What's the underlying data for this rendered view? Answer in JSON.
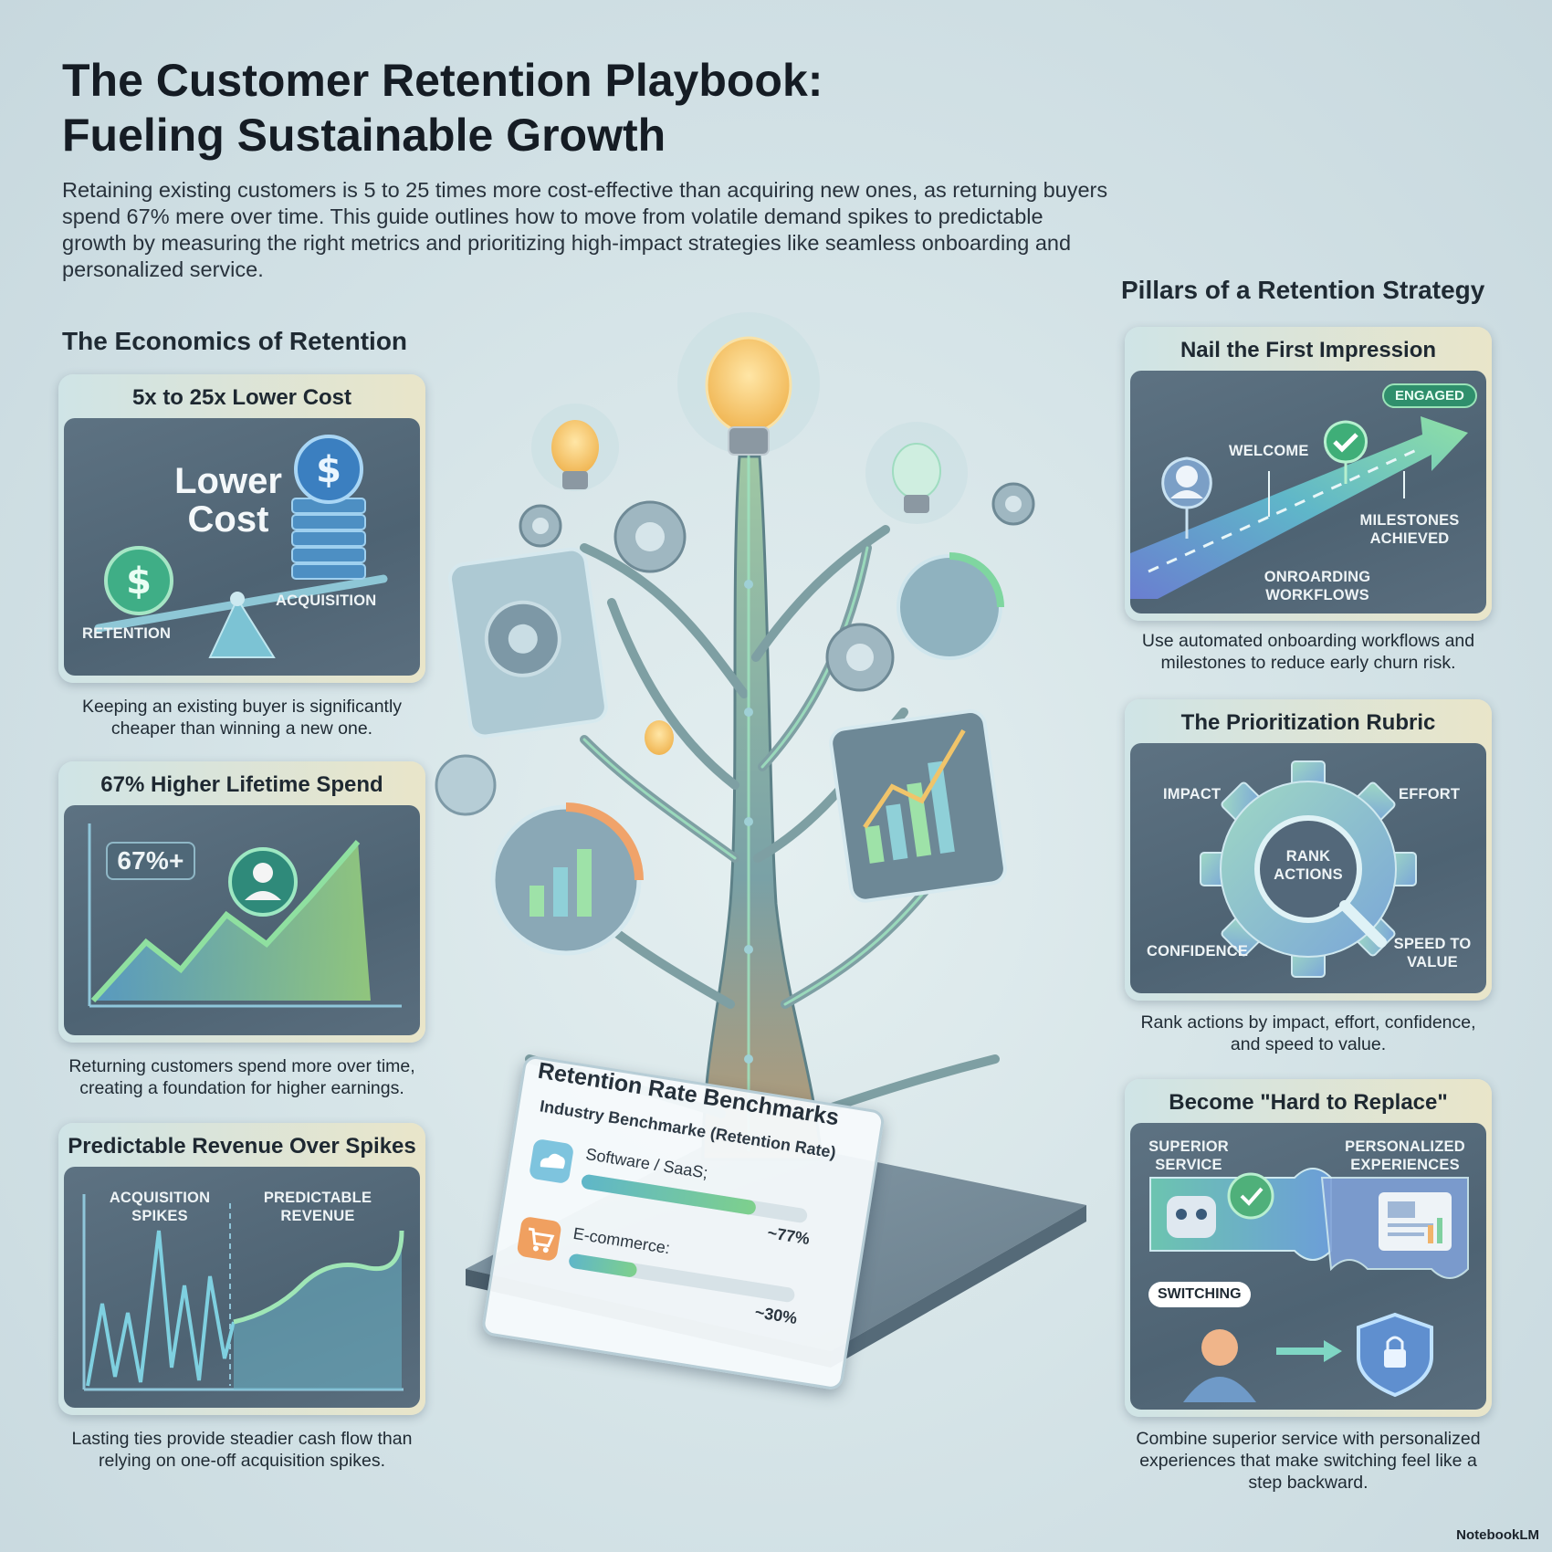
{
  "title_line1": "The Customer Retention Playbook:",
  "title_line2": "Fueling Sustainable Growth",
  "intro": "Retaining existing customers is 5 to 25 times more cost-effective than acquiring new ones, as returning buyers spend 67% mere over time. This guide outlines how to move from volatile demand spikes to predictable growth by measuring the right metrics and prioritizing high-impact strategies like seamless onboarding and personalized service.",
  "left": {
    "heading": "The Economics of Retention",
    "cards": [
      {
        "title": "5x to 25x Lower Cost",
        "big_text": "Lower Cost",
        "label_a": "RETENTION",
        "label_b": "ACQUISITION",
        "caption": "Keeping an existing buyer is significantly cheaper than winning a new one."
      },
      {
        "title": "67% Higher Lifetime Spend",
        "badge": "67%+",
        "caption": "Returning customers spend more over time, creating a foundation for higher earnings."
      },
      {
        "title": "Predictable Revenue Over Spikes",
        "label_a": "ACQUISITION SPIKES",
        "label_b": "PREDICTABLE REVENUE",
        "caption": "Lasting ties provide steadier cash flow than relying on one-off acquisition spikes."
      }
    ]
  },
  "right": {
    "heading": "Pillars of a Retention Strategy",
    "cards": [
      {
        "title": "Nail the First Impression",
        "pill": "ENGAGED",
        "label_welcome": "WELCOME",
        "label_milestones": "MILESTONES ACHIEVED",
        "label_workflows": "ONROARDING WORKFLOWS",
        "caption": "Use automated onboarding workflows and milestones to reduce early churn risk."
      },
      {
        "title": "The Prioritization Rubric",
        "label_impact": "IMPACT",
        "label_effort": "EFFORT",
        "label_rank": "RANK ACTIONS",
        "label_confidence": "CONFIDENCE",
        "label_speed": "SPEED TO VALUE",
        "caption": "Rank actions by impact, effort, confidence, and speed to value."
      },
      {
        "title": "Become \"Hard to Replace\"",
        "label_service": "SUPERIOR SERVICE",
        "label_personal": "PERSONALIZED EXPERIENCES",
        "label_switching": "SWITCHING",
        "caption": "Combine superior service with personalized experiences that make switching feel like a step backward."
      }
    ]
  },
  "benchmarks": {
    "title": "Retention Rate Benchmarks",
    "subtitle": "Industry Benchmarke (Retention Rate)",
    "rows": [
      {
        "label": "Software / SaaS;",
        "value_text": "~77%",
        "value": 77
      },
      {
        "label": "E-commerce:",
        "value_text": "~30%",
        "value": 30
      }
    ]
  },
  "brand": "NotebookLM",
  "colors": {
    "panel": "#56697a",
    "accent_green": "#7ed08c",
    "accent_teal": "#5fb6c9",
    "accent_gold": "#f1c46a"
  }
}
